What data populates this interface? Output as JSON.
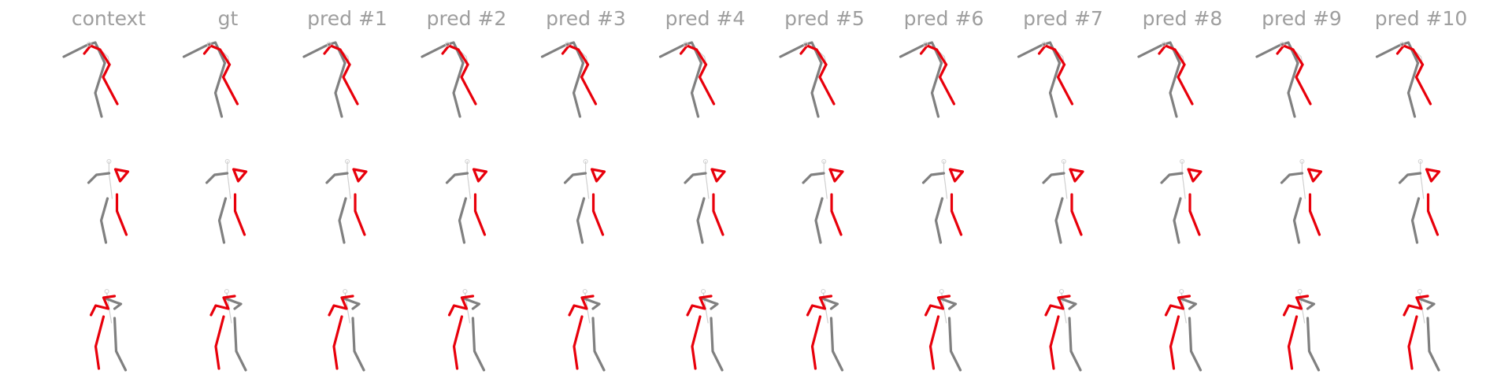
{
  "columns": [
    {
      "title": "context"
    },
    {
      "title": "gt"
    },
    {
      "title": "pred #1"
    },
    {
      "title": "pred #2"
    },
    {
      "title": "pred #3"
    },
    {
      "title": "pred #4"
    },
    {
      "title": "pred #5"
    },
    {
      "title": "pred #6"
    },
    {
      "title": "pred #7"
    },
    {
      "title": "pred #8"
    },
    {
      "title": "pred #9"
    },
    {
      "title": "pred #10"
    }
  ],
  "rows": 3,
  "colors": {
    "left_limb": "#e8000b",
    "right_limb": "#808080",
    "spine": "#d0d0d0",
    "title_text": "#9e9e9e",
    "background": "#ffffff"
  }
}
